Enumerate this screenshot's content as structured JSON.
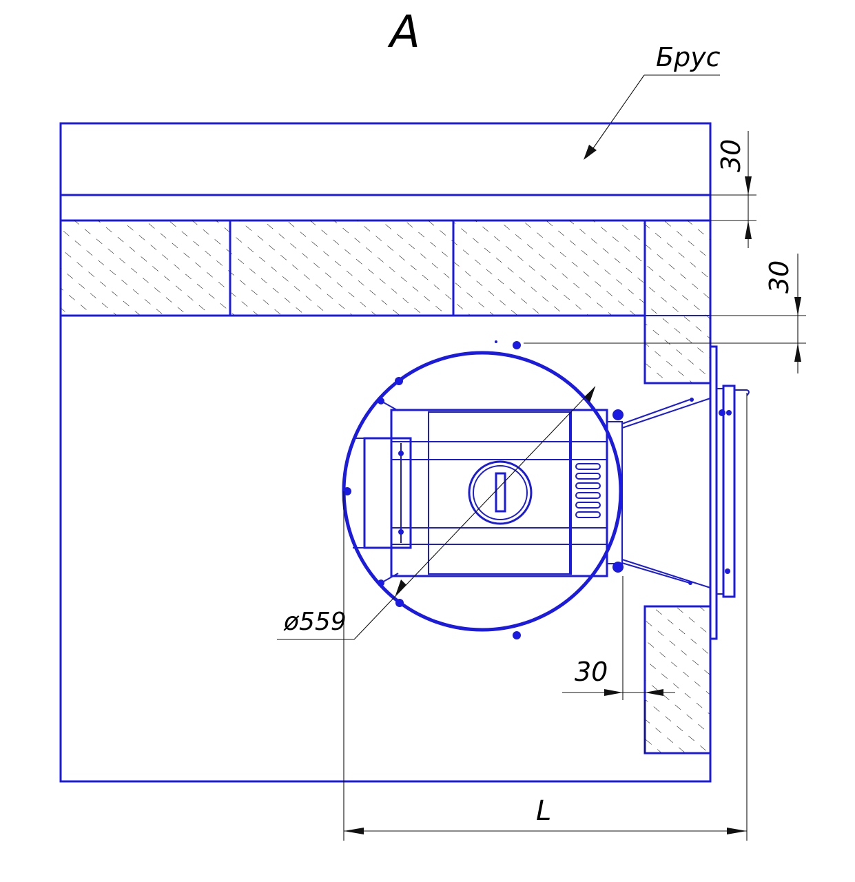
{
  "view": {
    "letter": "А"
  },
  "leaders": {
    "beam": "Брус"
  },
  "dimensions": {
    "top_layer_gap": "30",
    "right_layer_gap": "30",
    "side_gap": "30",
    "diameter": "ø559",
    "length": "L"
  },
  "colors": {
    "line": "#1a1ae0",
    "dimension": "#111111",
    "hatch": "#000000"
  }
}
